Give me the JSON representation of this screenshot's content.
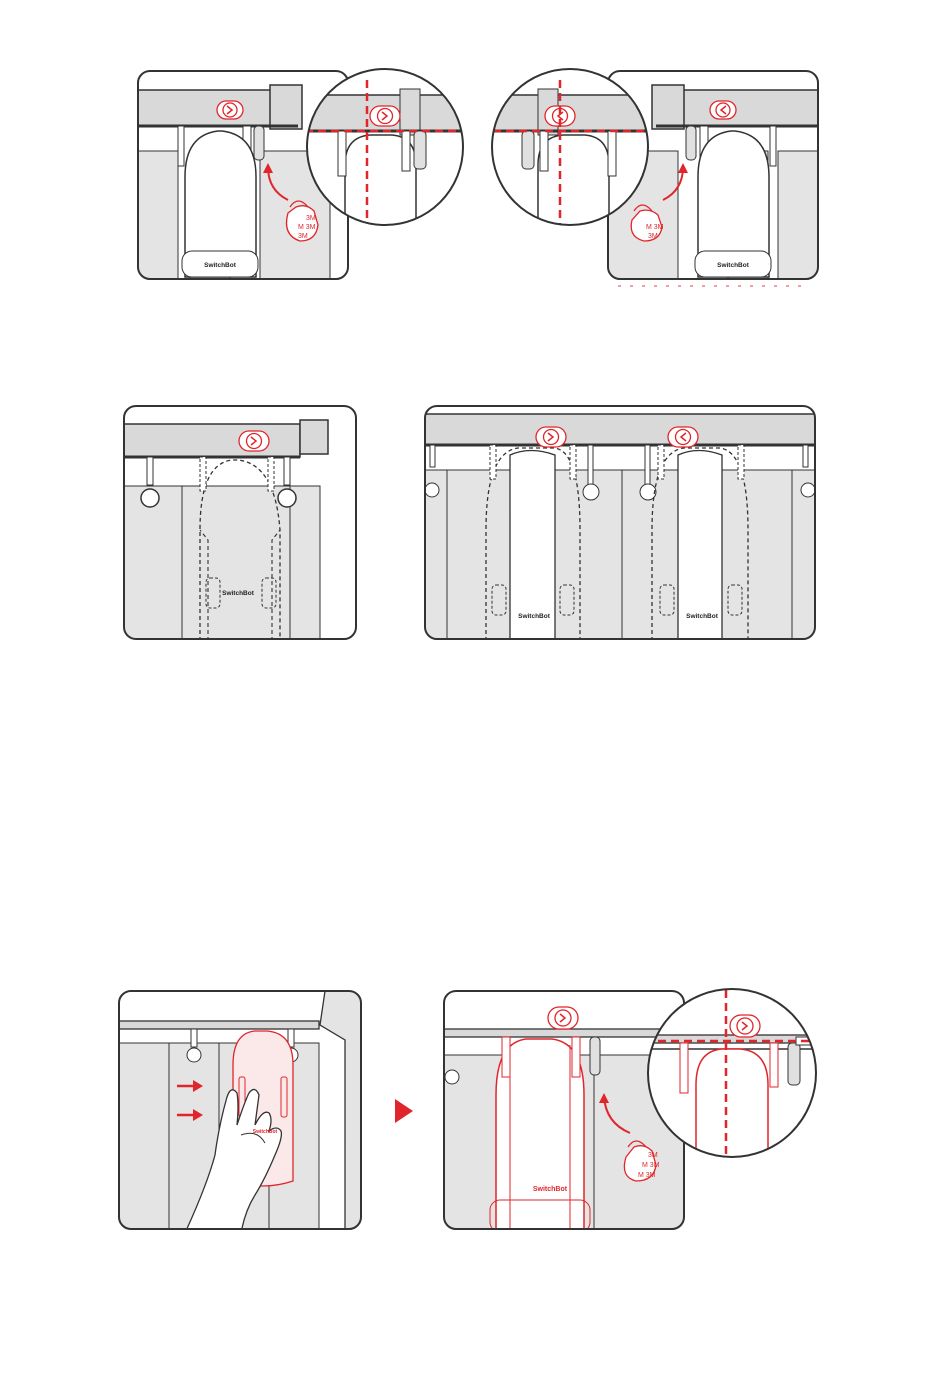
{
  "colors": {
    "frame": "#3a3a3a",
    "rail": "#d9d9d9",
    "panel": "#e4e4e4",
    "accent": "#e0262b",
    "accent_fill": "#f4d6d6",
    "device": "#ffffff"
  },
  "icons": {
    "direction_badge": "chevron-badge-icon",
    "tape_sticker": "adhesive-tape-icon",
    "rotate_arrow": "curved-arrow-icon",
    "push_arrow": "right-arrow-icon",
    "step_arrow": "triangle-arrow-icon",
    "hand": "hand-icon"
  },
  "figures": {
    "fig1": {
      "brand": "SwitchBot",
      "tape_lines": [
        "3M",
        "M 3M",
        "3M"
      ]
    },
    "fig2": {
      "brand": "SwitchBot",
      "tape_lines": [
        "M 3M",
        "3M"
      ]
    },
    "fig3": {
      "brand": "SwitchBot"
    },
    "fig4": {
      "brand_left": "SwitchBot",
      "brand_right": "SwitchBot"
    },
    "fig5": {
      "brand": "SwitchBot"
    },
    "fig6": {
      "brand": "SwitchBot",
      "tape_lines": [
        "3M",
        "M 3M",
        "M 3M"
      ]
    }
  }
}
